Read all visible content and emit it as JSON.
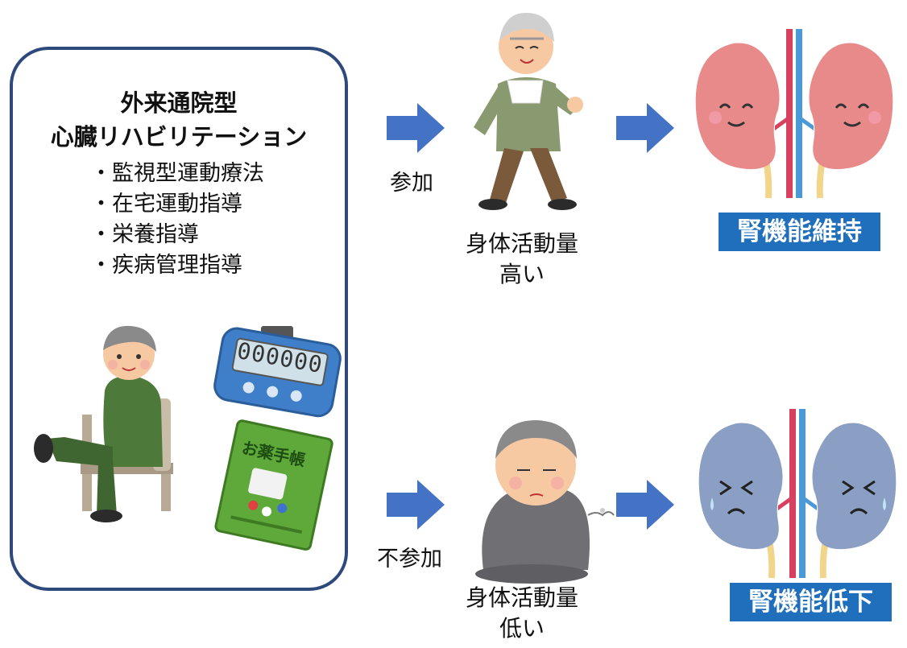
{
  "program": {
    "title_line1": "外来通院型",
    "title_line2": "心臓リハビリテーション",
    "items": [
      "・監視型運動療法",
      "・在宅運動指導",
      "・栄養指導",
      "・疾病管理指導"
    ],
    "pedometer_display": "000000",
    "notebook_title": "お薬手帳"
  },
  "upper_path": {
    "arrow_label": "参加",
    "activity_line1": "身体活動量",
    "activity_line2": "高い",
    "outcome": "腎機能維持"
  },
  "lower_path": {
    "arrow_label": "不参加",
    "activity_line1": "身体活動量",
    "activity_line2": "低い",
    "outcome": "腎機能低下"
  },
  "colors": {
    "box_border": "#2e4a7d",
    "arrow": "#4472c4",
    "badge": "#1f6fbd",
    "healthy_kidney": "#e98a8a",
    "declined_kidney": "#8b9ec4"
  }
}
